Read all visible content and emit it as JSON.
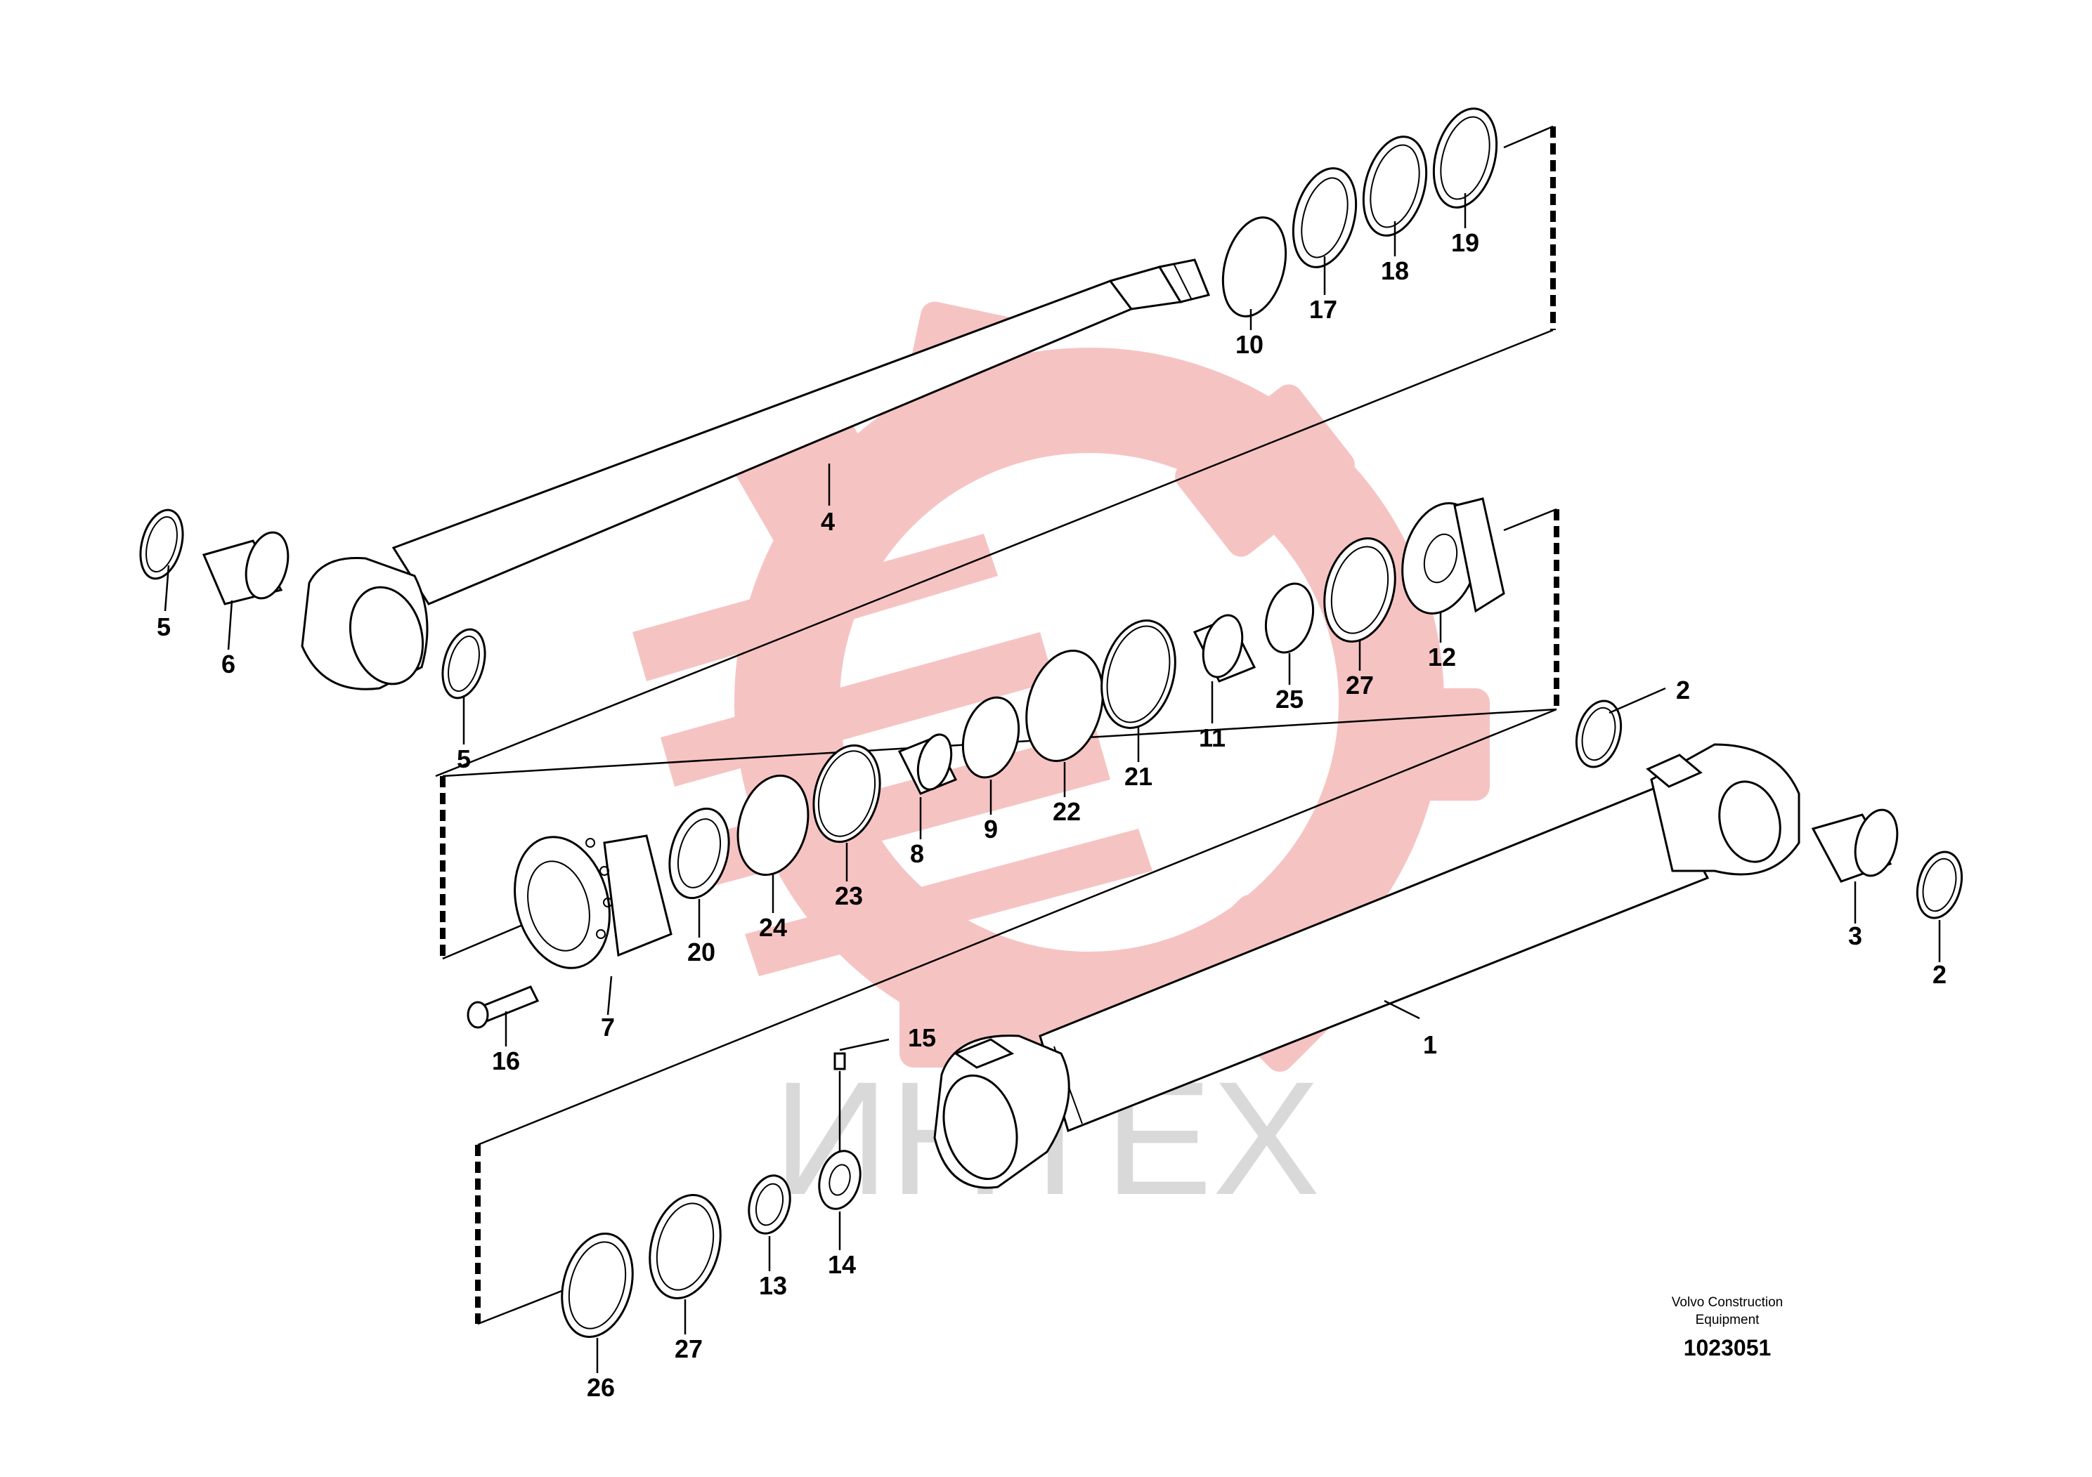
{
  "watermark": {
    "text": "ИНТЕХ",
    "gear_color": "#f6c0c0",
    "text_color": "#d9d9d9"
  },
  "callouts": [
    "1",
    "2",
    "2",
    "3",
    "4",
    "5",
    "5",
    "6",
    "7",
    "8",
    "9",
    "10",
    "11",
    "12",
    "13",
    "14",
    "15",
    "16",
    "17",
    "18",
    "19",
    "20",
    "21",
    "22",
    "23",
    "24",
    "25",
    "26",
    "27",
    "27"
  ],
  "footer": {
    "maker_line1": "Volvo Construction",
    "maker_line2": "Equipment",
    "part_number": "1023051"
  }
}
